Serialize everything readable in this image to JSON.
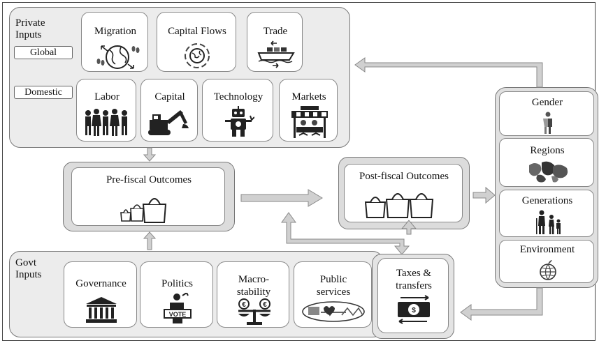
{
  "private": {
    "title": "Private\nInputs",
    "global_tag": "Global",
    "domestic_tag": "Domestic",
    "global_items": [
      "Migration",
      "Capital Flows",
      "Trade"
    ],
    "domestic_items": [
      "Labor",
      "Capital",
      "Technology",
      "Markets"
    ]
  },
  "outcomes": {
    "pre": "Pre-fiscal Outcomes",
    "post": "Post-fiscal Outcomes"
  },
  "govt": {
    "title": "Govt\nInputs",
    "items": [
      "Governance",
      "Politics",
      "Macro-\nstability",
      "Public\nservices"
    ],
    "taxes": "Taxes &\ntransfers",
    "vote_text": "VOTE"
  },
  "dimensions": [
    "Gender",
    "Regions",
    "Generations",
    "Environment"
  ],
  "icons": {
    "migration": "globe-people-icon",
    "capital_flows": "globe-circular-arrows-icon",
    "trade": "cargo-ship-icon",
    "labor": "people-group-icon",
    "capital": "excavator-icon",
    "technology": "robot-icon",
    "markets": "market-stall-icon",
    "governance": "government-building-icon",
    "politics": "ballot-box-icon",
    "macro": "euro-scale-icon",
    "public_services": "health-heartbeat-icon",
    "taxes": "money-exchange-icon",
    "gender": "gender-figure-icon",
    "regions": "world-map-icon",
    "generations": "family-generations-icon",
    "environment": "apple-globe-icon",
    "bags": "shopping-bags-icon"
  },
  "colors": {
    "panel": "#ececec",
    "arrow": "#d0d0d0",
    "border": "#777777"
  }
}
